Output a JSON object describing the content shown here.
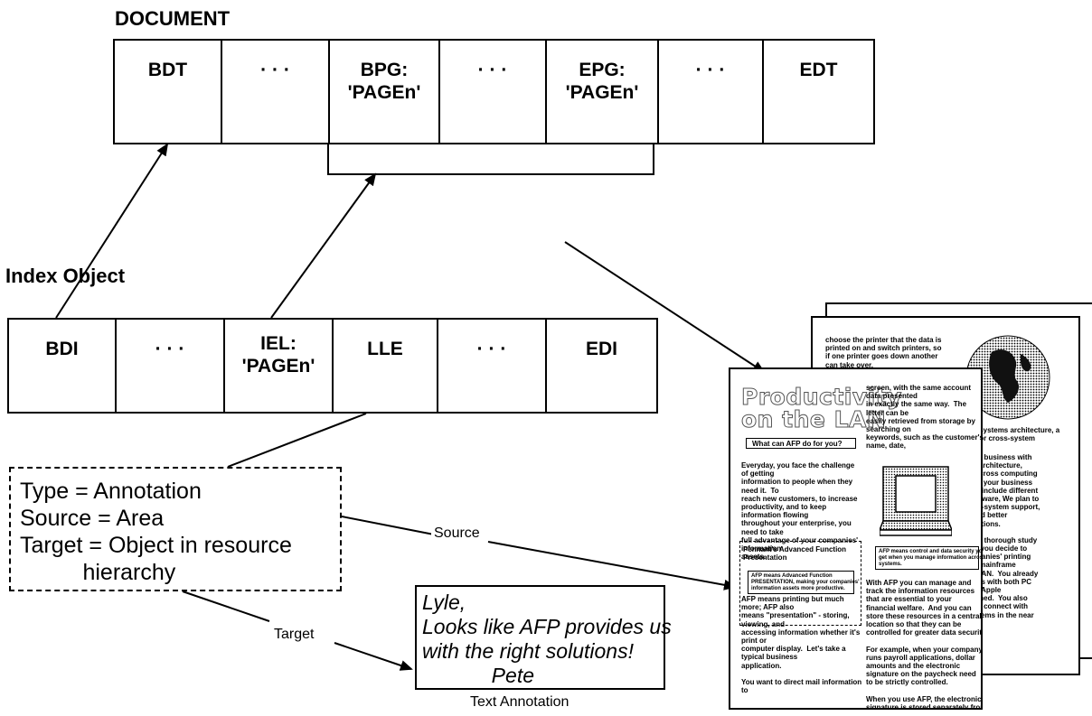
{
  "document_label": "DOCUMENT",
  "document_cells": [
    "BDT",
    "· · ·",
    "BPG:\n'PAGEn'",
    "· · ·",
    "EPG:\n'PAGEn'",
    "· · ·",
    "EDT"
  ],
  "index_label": "Index Object",
  "index_cells": [
    "BDI",
    "· · ·",
    "IEL:\n'PAGEn'",
    "LLE",
    "· · ·",
    "EDI"
  ],
  "annotation_lines": [
    "Type = Annotation",
    "Source = Area",
    "Target = Object in resource",
    "          hierarchy"
  ],
  "source_label": "Source",
  "target_label": "Target",
  "note_lines": [
    "Lyle,",
    "Looks like AFP provides us",
    "with the right solutions!",
    "            Pete"
  ],
  "note_caption": "Text Annotation",
  "page_front": {
    "title": "Productivity\non the LAN",
    "box1": "What can AFP do for you?",
    "col1a": "Everyday, you face the challenge\nof getting\ninformation to people when they\nneed it.  To\nreach new customers, to increase\nproductivity, and to keep\ninformation flowing\nthroughout your enterprise, you\nneed to take\nfull advantage of your companies'\ninformation\nassets.",
    "dashed_title": "Pennant's Advanced Function\nPresentation",
    "dashed_inner": "AFP means Advanced Function\nPRESENTATION, making your companies'\ninformation assets more productive.",
    "col1b": "AFP means printing but much\nmore; AFP also\nmeans \"presentation\" - storing,\nviewing, and\naccessing information whether it's\nprint or\ncomputer display.  Let's take a\ntypical business\napplication.\n\nYou want to direct mail information\nto",
    "col2a": "screen, with the same account\ndata presented\nin exactly the same way.  The\nletter can be\neasily retrieved from storage by\nsearching on\nkeywords, such as the customer's\nname, date,",
    "box2": "AFP means control and data security you\nget when you manage information across\nsystems.",
    "col2b": "With AFP you can manage and\ntrack the information resources\nthat are essential to your\nfinancial welfare.  And you can\nstore these resources in a central\nlocation so that they can be\ncontrolled for greater data security.\n\nFor example, when your company\nruns payroll applications, dollar\namounts and the electronic\nsignature on the paycheck need\nto be strictly controlled.\n\nWhen you use AFP, the electronic\nsignature is stored separately from"
  },
  "page_back": {
    "top": "choose the printer that the data is\nprinted on and switch printers, so\nif one printer goes down another\ncan take over.",
    "mid": "rss systems architecture, a\nns for cross-system",
    "right": "your business with\nme architecture,\nrk across computing\n.  As your business\nd to include different\nhardware, We plan to\nross-system support,\ne and better\nsolutions.\n\nafter thorough study\nyle, you decide to\nompanies' printing\nthe mainframe\nhe LAN.  You already\nLANs with both PC\nand Apple\nttached.  You also\nm to connect with\nsystems in the near"
  }
}
